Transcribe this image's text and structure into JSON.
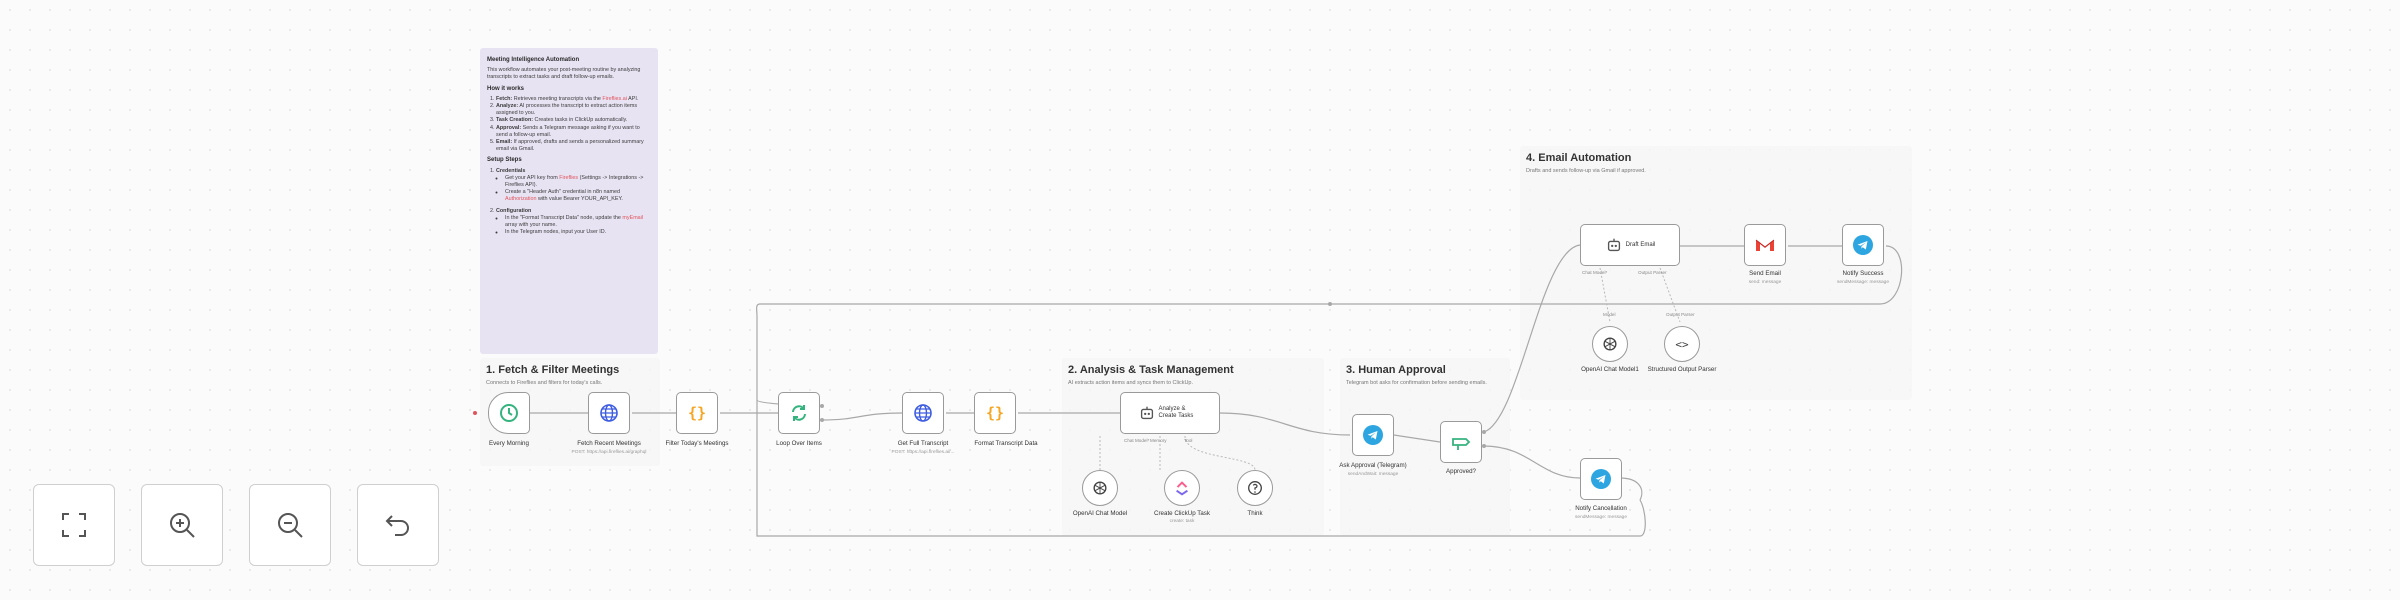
{
  "sticky": {
    "title": "Meeting Intelligence Automation",
    "intro": "This workflow automates your post-meeting routine by analyzing transcripts to extract tasks and draft follow-up emails.",
    "how_title": "How it works",
    "how": [
      {
        "k": "Fetch:",
        "t": "Retrieves meeting transcripts via the ",
        "red": "Fireflies.ai",
        "t2": " API."
      },
      {
        "k": "Analyze:",
        "t": "AI processes the transcript to extract action items assigned to you.",
        "red": "",
        "t2": ""
      },
      {
        "k": "Task Creation:",
        "t": "Creates tasks in ClickUp automatically.",
        "red": "",
        "t2": ""
      },
      {
        "k": "Approval:",
        "t": "Sends a Telegram message asking if you want to send a follow-up email.",
        "red": "",
        "t2": ""
      },
      {
        "k": "Email:",
        "t": "If approved, drafts and sends a personalized summary email via Gmail.",
        "red": "",
        "t2": ""
      }
    ],
    "setup_title": "Setup Steps",
    "setup1": "Credentials",
    "setup1_items": [
      {
        "t": "Get your API key from ",
        "red": "Fireflies",
        "t2": " (Settings -> Integrations -> Fireflies API)."
      },
      {
        "t": "Create a \"Header Auth\" credential in n8n named ",
        "red": "Authorization",
        "t2": " with value Bearer YOUR_API_KEY."
      }
    ],
    "setup2": "Configuration",
    "setup2_items": [
      {
        "t": "In the \"Format Transcript Data\" node, update the ",
        "red": "myEmail",
        "t2": " array with your name."
      },
      {
        "t": "In the Telegram nodes, input your User ID.",
        "red": "",
        "t2": ""
      }
    ]
  },
  "sections": {
    "s1": {
      "title": "1. Fetch & Filter Meetings",
      "sub": "Connects to Fireflies and filters for today's calls."
    },
    "s2": {
      "title": "2. Analysis & Task Management",
      "sub": "AI extracts action items and syncs them to ClickUp."
    },
    "s3": {
      "title": "3. Human Approval",
      "sub": "Telegram bot asks for confirmation before sending emails."
    },
    "s4": {
      "title": "4. Email Automation",
      "sub": "Drafts and sends follow-up via Gmail if approved."
    }
  },
  "nodes": {
    "every_morning": {
      "label": "Every Morning"
    },
    "fetch_recent": {
      "label": "Fetch Recent Meetings",
      "sub": "POST: https://api.fireflies.ai/graphql"
    },
    "filter_today": {
      "label": "Filter Today's Meetings"
    },
    "loop": {
      "label": "Loop Over Items"
    },
    "get_transcript": {
      "label": "Get Full Transcript",
      "sub": "POST: https://api.fireflies.ai/..."
    },
    "format": {
      "label": "Format Transcript Data"
    },
    "analyze": {
      "label": "Analyze & Create Tasks"
    },
    "openai1": {
      "label": "OpenAI Chat Model"
    },
    "clickup": {
      "label": "Create ClickUp Task",
      "sub": "create: task"
    },
    "think": {
      "label": "Think"
    },
    "ask_approval": {
      "label": "Ask Approval (Telegram)",
      "sub": "sendAndWait: message"
    },
    "approved": {
      "label": "Approved?"
    },
    "notify_cancel": {
      "label": "Notify Cancellation",
      "sub": "sendMessage: message"
    },
    "draft_email": {
      "label": "Draft Email"
    },
    "openai2": {
      "label": "OpenAI Chat Model1"
    },
    "parser": {
      "label": "Structured Output Parser"
    },
    "send_email": {
      "label": "Send Email",
      "sub": "send: message"
    },
    "notify_success": {
      "label": "Notify Success",
      "sub": "sendMessage: message"
    }
  },
  "ports": {
    "chat_model": "Chat Model*",
    "memory": "Memory",
    "tool": "Tool",
    "model": "Model",
    "output_parser": "Output Parser"
  },
  "colors": {
    "trigger": "#35b37e",
    "http": "#3f5de0",
    "code": "#f5a623",
    "telegram": "#2ca5e0",
    "gmail_red": "#ea4335",
    "clickup": "#7b68ee"
  }
}
